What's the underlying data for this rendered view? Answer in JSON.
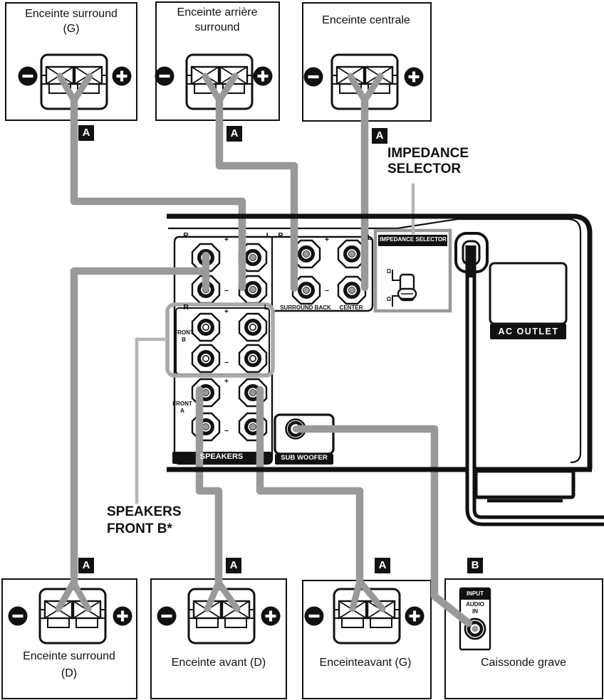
{
  "speakers_top": [
    {
      "label_lines": [
        "Enceinte surround",
        "(G)"
      ],
      "badge": "A"
    },
    {
      "label_lines": [
        "Enceinte arrière",
        "surround"
      ],
      "badge": "A"
    },
    {
      "label_lines": [
        "Enceinte centrale",
        ""
      ],
      "badge": "A"
    }
  ],
  "speakers_bottom": [
    {
      "label_lines": [
        "Enceinte surround",
        "(D)"
      ],
      "badge": "A"
    },
    {
      "label_lines": [
        "Enceinte avant (D)",
        ""
      ],
      "badge": "A"
    },
    {
      "label_lines": [
        "Enceinteavant (G)",
        ""
      ],
      "badge": "A"
    },
    {
      "label_lines": [
        "Caissonde grave",
        ""
      ],
      "badge": "B"
    }
  ],
  "callouts": {
    "impedance_selector": [
      "IMPEDANCE",
      "SELECTOR"
    ],
    "speakers_front_b": [
      "SPEAKERS",
      "FRONT B*"
    ]
  },
  "rear_panel": {
    "channel_right": "R",
    "channel_left": "L",
    "plus": "+",
    "minus": "−",
    "surround_back": "SURROUND BACK",
    "center": "CENTER",
    "front_b_lines": [
      "FRONT",
      "B"
    ],
    "front_a_lines": [
      "FRONT",
      "A"
    ],
    "speakers": "SPEAKERS",
    "sub_woofer": "SUB WOOFER",
    "ac_outlet": "AC OUTLET",
    "impedance_selector": "IMPEDANCE SELECTOR",
    "ohm": "Ω"
  },
  "subwoofer_box": {
    "input": "INPUT",
    "audio": "AUDIO",
    "in": "IN"
  },
  "colors": {
    "wire": "#999999",
    "highlight": "#a9a9a9",
    "callout_line": "#b5b5b5",
    "ink": "#111111"
  }
}
